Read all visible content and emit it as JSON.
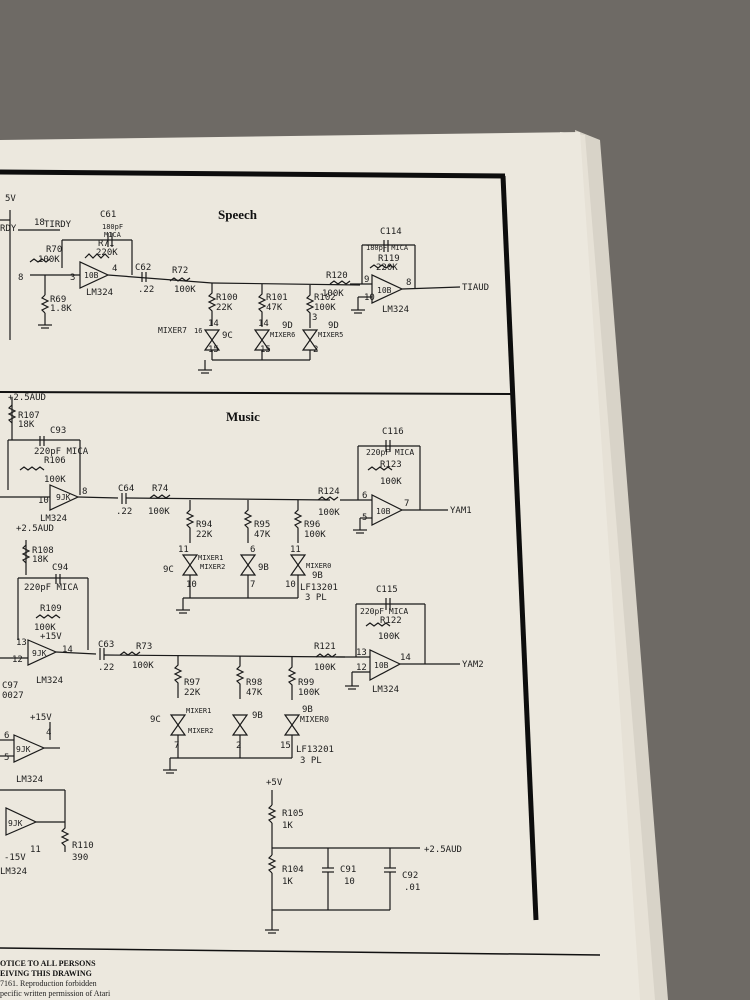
{
  "sections": {
    "speech_title": "Speech",
    "music_title": "Music"
  },
  "speech": {
    "plus5v": "5V",
    "tirdy": "TIRDY",
    "ndy": "RDY",
    "pin15": "15",
    "pin18": "18",
    "c61": "C61",
    "c61_val1": "180pF",
    "c61_val2": "MICA",
    "r71": "R71",
    "r71_val": "220K",
    "r70": "R70",
    "r70_val": "100K",
    "r69": "R69",
    "r69_val": "1.8K",
    "pin8": "8",
    "pin3": "3",
    "pin2": "2",
    "pin4": "4",
    "opamp1": "10B",
    "lm324_a": "LM324",
    "c62": "C62",
    "c62_val": ".22",
    "r72": "R72",
    "r72_val": "100K",
    "r100": "R100",
    "r100_val": "22K",
    "r101": "R101",
    "r101_val": "47K",
    "r102": "R102",
    "r102_val": "100K",
    "mixer7": "MIXER7",
    "p16": "16",
    "p14a": "14",
    "p15": "15",
    "ic9c": "9C",
    "p14b": "14",
    "ic9d_a": "9D",
    "mixer6": "MIXER6",
    "p15b": "15",
    "p3": "3",
    "ic9d_b": "9D",
    "mixer5": "MIXER5",
    "p2": "2",
    "c114": "C114",
    "c114_val": "180pF MICA",
    "r119": "R119",
    "r119_val": "220K",
    "r120": "R120",
    "r120_val": "100K",
    "pin9": "9",
    "pin10": "10",
    "pin8b": "8",
    "opamp2": "10B",
    "lm324_b": "LM324",
    "tiaud": "TIAUD"
  },
  "music": {
    "plus25aud": "+2.5AUD",
    "r107": "R107",
    "r107_val": "18K",
    "c93": "C93",
    "c93_val": "220pF MICA",
    "r106": "R106",
    "r106_val": "100K",
    "pin10": "10",
    "pin8": "8",
    "opamp_9jk_a": "9JK",
    "lm324_c": "LM324",
    "c64": "C64",
    "c64_val": ".22",
    "r74": "R74",
    "r74_val": "100K",
    "r94": "R94",
    "r94_val": "22K",
    "r95": "R95",
    "r95_val": "47K",
    "r96": "R96",
    "r96_val": "100K",
    "p11": "11",
    "p6": "6",
    "p11b": "11",
    "mixer1": "MIXER1",
    "mixer2": "MIXER2",
    "ic9c": "9C",
    "ic9b": "9B",
    "p10": "10",
    "p7": "7",
    "p10b": "10",
    "mixer0": "MIXER0",
    "ic9b_b": "9B",
    "lf13201": "LF13201",
    "three_pl": "3 PL",
    "c116": "C116",
    "c116_val": "220pF MICA",
    "r123": "R123",
    "r123_val": "100K",
    "r124": "R124",
    "r124_val": "100K",
    "pin6": "6",
    "pin5": "5",
    "pin7": "7",
    "opamp_10b_a": "10B",
    "yam1": "YAM1",
    "plus25aud_b": "+2.5AUD",
    "r108": "R108",
    "r108_val": "18K",
    "c94": "C94",
    "c94_val": "220pF MICA",
    "r109": "R109",
    "r109_val": "100K",
    "plus15v": "+15V",
    "pin13": "13",
    "pin12": "12",
    "pin14": "14",
    "opamp_9jk_b": "9JK",
    "lm324_d": "LM324",
    "c97": "C97",
    "c97_val": "0027",
    "c63": "C63",
    "c63_val": ".22",
    "r73": "R73",
    "r73_val": "100K",
    "r97": "R97",
    "r97_val": "22K",
    "r98": "R98",
    "r98_val": "47K",
    "r99": "R99",
    "r99_val": "100K",
    "mixer1b": "MIXER1",
    "mixer2b": "MIXER2",
    "ic9c_b": "9C",
    "ic9b_c": "9B",
    "ic9b_d": "9B",
    "mixer0b": "MIXER0",
    "p7b": "7",
    "p2b": "2",
    "p15": "15",
    "lf13201_b": "LF13201",
    "three_pl_b": "3 PL",
    "c115": "C115",
    "c115_val": "220pF MICA",
    "r122": "R122",
    "r122_val": "100K",
    "r121": "R121",
    "r121_val": "100K",
    "pin13b": "13",
    "pin12b": "12",
    "pin14b": "14",
    "opamp_10b_b": "10B",
    "lm324_e": "LM324",
    "yam2": "YAM2"
  },
  "lower": {
    "plus15v": "+15V",
    "opamp_9jk_c": "9JK",
    "lm324_f": "LM324",
    "opamp_9jk_d": "9JK",
    "minus15v": "-15V",
    "lm324_g": "LM324",
    "r110": "R110",
    "r110_val": "390",
    "p6": "6",
    "p5": "5",
    "p4": "4",
    "p11": "11",
    "plus5v": "+5V",
    "r105": "R105",
    "r105_val": "1K",
    "r104": "R104",
    "r104_val": "1K",
    "c91": "C91",
    "c91_val": "10",
    "c92": "C92",
    "c92_val": ".01",
    "plus25aud": "+2.5AUD"
  },
  "notice": {
    "line1": "OTICE TO ALL PERSONS",
    "line2": "EIVING THIS DRAWING",
    "line3": "7161. Reproduction forbidden",
    "line4": "pecific written permission of Atari"
  }
}
